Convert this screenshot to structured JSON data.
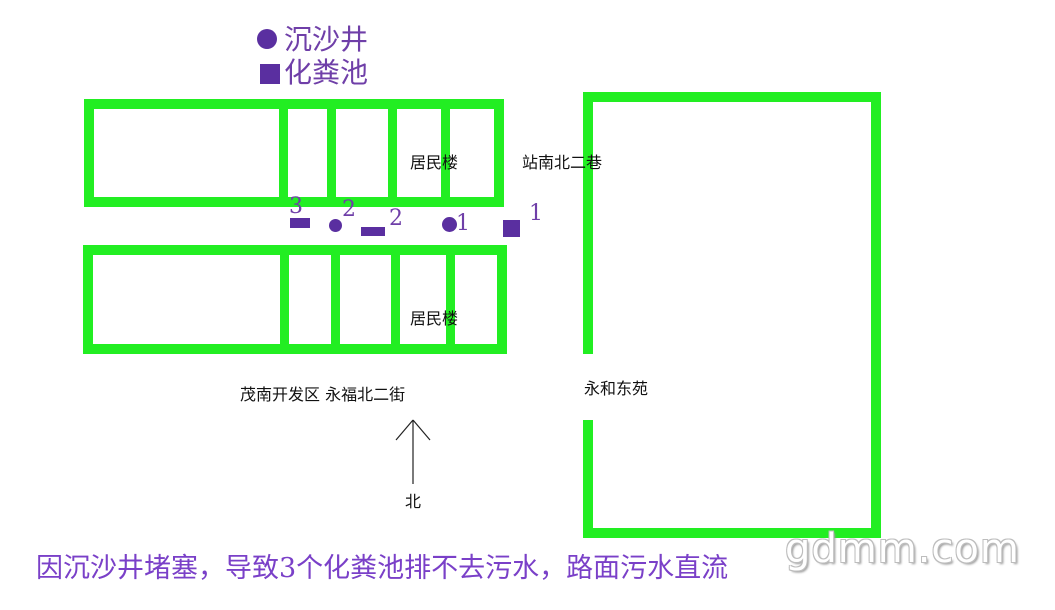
{
  "legend": {
    "circle_label": "沉沙井",
    "square_label": "化粪池"
  },
  "labels": {
    "building_north": "居民楼",
    "building_south": "居民楼",
    "lane": "站南北二巷",
    "street": "茂南开发区 永福北二街",
    "compound": "永和东苑",
    "north": "北"
  },
  "markers": {
    "septic_3": "3",
    "sand_well_2": "2",
    "septic_2": "2",
    "sand_well_1": "1",
    "septic_1": "1"
  },
  "caption": "因沉沙井堵塞，导致3个化粪池排不去污水，路面污水直流",
  "watermark": "gdmm.com",
  "colors": {
    "wall_green": "#22ee22",
    "marker_purple": "#5a2fa0",
    "text_purple": "#7a40c8"
  }
}
